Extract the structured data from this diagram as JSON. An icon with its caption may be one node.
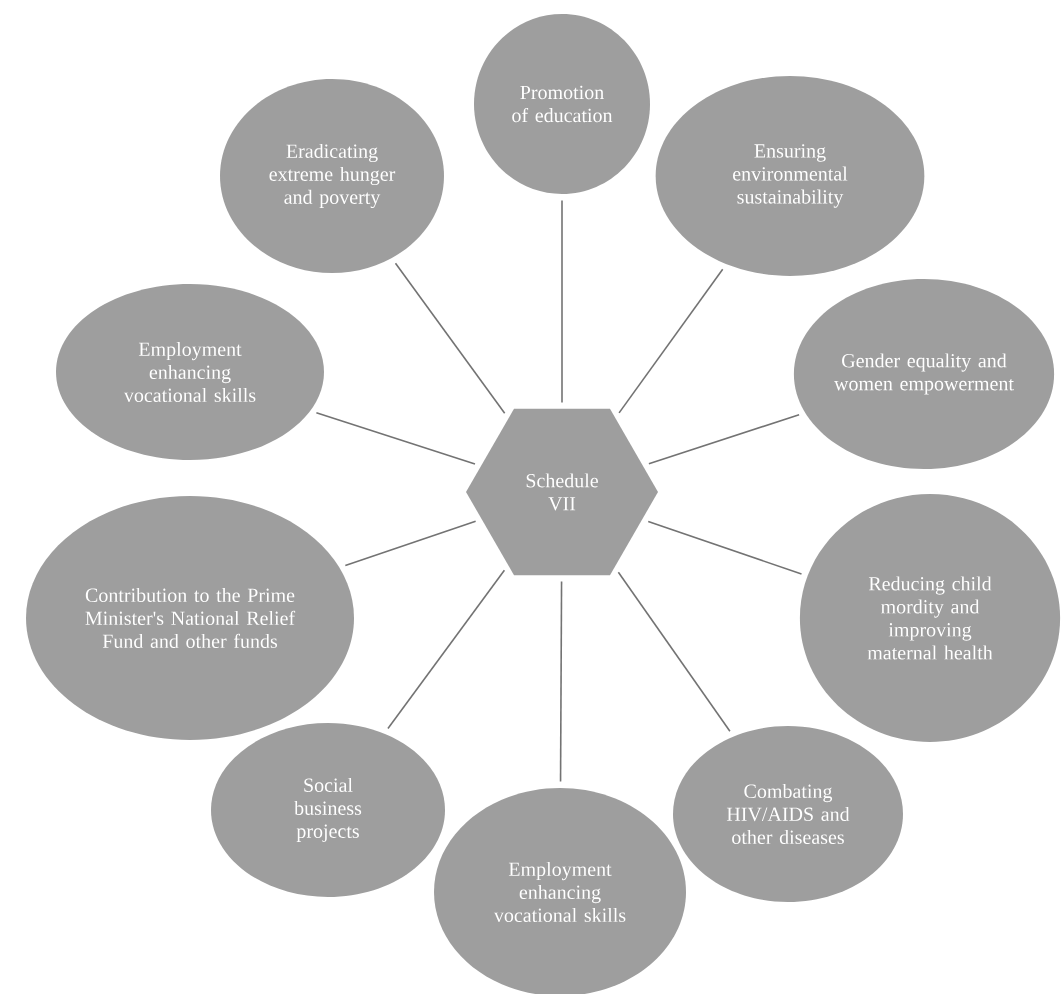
{
  "diagram": {
    "nodes": [
      {
        "text": [
          "Schedule VII"
        ]
      },
      {
        "text": [
          "Promotion of education"
        ]
      },
      {
        "text": [
          "Ensuring environmental sustainability"
        ]
      },
      {
        "text": [
          "Gender equality and women empowerment"
        ]
      },
      {
        "text": [
          "Reducing child mordity and improving maternal health"
        ]
      },
      {
        "text": [
          "Combating HIV/AIDS and other diseases"
        ]
      },
      {
        "text": [
          "Employment enhancing vocational skills"
        ]
      },
      {
        "text": [
          "Social business projects"
        ]
      },
      {
        "text": [
          "Contribution to the Prime Minister's National Relief Fund and other funds"
        ]
      },
      {
        "text": [
          "Employment enhancing vocational skills"
        ]
      },
      {
        "text": [
          "Eradicating extreme hunger and poverty"
        ]
      }
    ],
    "edges": [
      {
        "from": 0,
        "to": 1,
        "arrow": "none"
      },
      {
        "from": 0,
        "to": 2,
        "arrow": "none"
      },
      {
        "from": 0,
        "to": 3,
        "arrow": "none"
      },
      {
        "from": 0,
        "to": 4,
        "arrow": "none"
      },
      {
        "from": 0,
        "to": 5,
        "arrow": "none"
      },
      {
        "from": 0,
        "to": 6,
        "arrow": "none"
      },
      {
        "from": 0,
        "to": 7,
        "arrow": "none"
      },
      {
        "from": 0,
        "to": 8,
        "arrow": "none"
      },
      {
        "from": 0,
        "to": 9,
        "arrow": "none"
      },
      {
        "from": 0,
        "to": 10,
        "arrow": "none"
      }
    ]
  }
}
